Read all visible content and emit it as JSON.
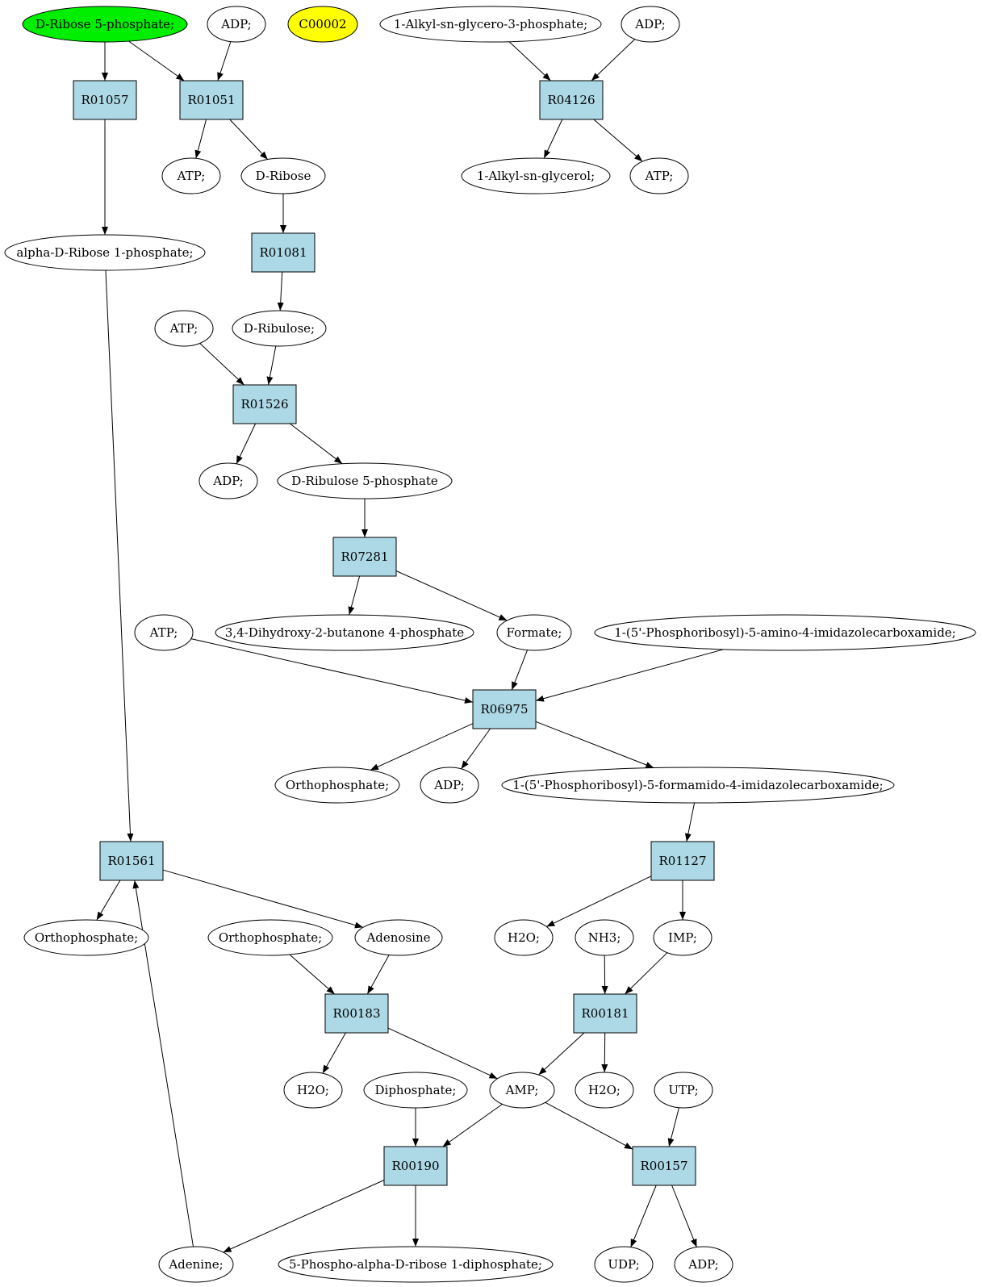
{
  "colors": {
    "reaction_fill": "#add8e6",
    "compound_fill": "#ffffff",
    "highlight_green": "#00ee00",
    "highlight_yellow": "#ffff00",
    "stroke": "#000000"
  },
  "nodes": [
    {
      "id": "c_dr5p",
      "kind": "compound",
      "label": "D-Ribose 5-phosphate;",
      "fill": "highlight_green"
    },
    {
      "id": "c_adp1",
      "kind": "compound",
      "label": "ADP;"
    },
    {
      "id": "c_c00002",
      "kind": "compound",
      "label": "C00002",
      "fill": "highlight_yellow"
    },
    {
      "id": "c_alkylg3p",
      "kind": "compound",
      "label": "1-Alkyl-sn-glycero-3-phosphate;"
    },
    {
      "id": "c_adp2",
      "kind": "compound",
      "label": "ADP;"
    },
    {
      "id": "r_R01057",
      "kind": "reaction",
      "label": "R01057"
    },
    {
      "id": "r_R01051",
      "kind": "reaction",
      "label": "R01051"
    },
    {
      "id": "r_R04126",
      "kind": "reaction",
      "label": "R04126"
    },
    {
      "id": "c_atp1",
      "kind": "compound",
      "label": "ATP;"
    },
    {
      "id": "c_dribose",
      "kind": "compound",
      "label": "D-Ribose"
    },
    {
      "id": "c_alkylg",
      "kind": "compound",
      "label": "1-Alkyl-sn-glycerol;"
    },
    {
      "id": "c_atp2",
      "kind": "compound",
      "label": "ATP;"
    },
    {
      "id": "c_adr1p",
      "kind": "compound",
      "label": "alpha-D-Ribose 1-phosphate;"
    },
    {
      "id": "r_R01081",
      "kind": "reaction",
      "label": "R01081"
    },
    {
      "id": "c_atp3",
      "kind": "compound",
      "label": "ATP;"
    },
    {
      "id": "c_dribulose",
      "kind": "compound",
      "label": "D-Ribulose;"
    },
    {
      "id": "r_R01526",
      "kind": "reaction",
      "label": "R01526"
    },
    {
      "id": "c_adp3",
      "kind": "compound",
      "label": "ADP;"
    },
    {
      "id": "c_dru5p",
      "kind": "compound",
      "label": "D-Ribulose 5-phosphate"
    },
    {
      "id": "r_R07281",
      "kind": "reaction",
      "label": "R07281"
    },
    {
      "id": "c_atp4",
      "kind": "compound",
      "label": "ATP;"
    },
    {
      "id": "c_dhbp",
      "kind": "compound",
      "label": "3,4-Dihydroxy-2-butanone 4-phosphate"
    },
    {
      "id": "c_formate",
      "kind": "compound",
      "label": "Formate;"
    },
    {
      "id": "c_aica",
      "kind": "compound",
      "label": "1-(5'-Phosphoribosyl)-5-amino-4-imidazolecarboxamide;"
    },
    {
      "id": "r_R06975",
      "kind": "reaction",
      "label": "R06975"
    },
    {
      "id": "c_ortho1",
      "kind": "compound",
      "label": "Orthophosphate;"
    },
    {
      "id": "c_adp4",
      "kind": "compound",
      "label": "ADP;"
    },
    {
      "id": "c_faica",
      "kind": "compound",
      "label": "1-(5'-Phosphoribosyl)-5-formamido-4-imidazolecarboxamide;"
    },
    {
      "id": "r_R01561",
      "kind": "reaction",
      "label": "R01561"
    },
    {
      "id": "r_R01127",
      "kind": "reaction",
      "label": "R01127"
    },
    {
      "id": "c_ortho2",
      "kind": "compound",
      "label": "Orthophosphate;"
    },
    {
      "id": "c_ortho3",
      "kind": "compound",
      "label": "Orthophosphate;"
    },
    {
      "id": "c_adenosine",
      "kind": "compound",
      "label": "Adenosine"
    },
    {
      "id": "c_h2o1",
      "kind": "compound",
      "label": "H2O;"
    },
    {
      "id": "c_nh3",
      "kind": "compound",
      "label": "NH3;"
    },
    {
      "id": "c_imp",
      "kind": "compound",
      "label": "IMP;"
    },
    {
      "id": "r_R00183",
      "kind": "reaction",
      "label": "R00183"
    },
    {
      "id": "r_R00181",
      "kind": "reaction",
      "label": "R00181"
    },
    {
      "id": "c_h2o2",
      "kind": "compound",
      "label": "H2O;"
    },
    {
      "id": "c_diphos",
      "kind": "compound",
      "label": "Diphosphate;"
    },
    {
      "id": "c_amp",
      "kind": "compound",
      "label": "AMP;"
    },
    {
      "id": "c_h2o3",
      "kind": "compound",
      "label": "H2O;"
    },
    {
      "id": "c_utp",
      "kind": "compound",
      "label": "UTP;"
    },
    {
      "id": "r_R00190",
      "kind": "reaction",
      "label": "R00190"
    },
    {
      "id": "r_R00157",
      "kind": "reaction",
      "label": "R00157"
    },
    {
      "id": "c_adenine",
      "kind": "compound",
      "label": "Adenine;"
    },
    {
      "id": "c_prpp",
      "kind": "compound",
      "label": "5-Phospho-alpha-D-ribose 1-diphosphate;"
    },
    {
      "id": "c_udp",
      "kind": "compound",
      "label": "UDP;"
    },
    {
      "id": "c_adp5",
      "kind": "compound",
      "label": "ADP;"
    }
  ],
  "edges": [
    {
      "from": "c_dr5p",
      "to": "r_R01057"
    },
    {
      "from": "c_dr5p",
      "to": "r_R01051"
    },
    {
      "from": "c_adp1",
      "to": "r_R01051"
    },
    {
      "from": "c_alkylg3p",
      "to": "r_R04126"
    },
    {
      "from": "c_adp2",
      "to": "r_R04126"
    },
    {
      "from": "r_R01051",
      "to": "c_atp1"
    },
    {
      "from": "r_R01051",
      "to": "c_dribose"
    },
    {
      "from": "r_R04126",
      "to": "c_alkylg"
    },
    {
      "from": "r_R04126",
      "to": "c_atp2"
    },
    {
      "from": "r_R01057",
      "to": "c_adr1p"
    },
    {
      "from": "c_dribose",
      "to": "r_R01081"
    },
    {
      "from": "r_R01081",
      "to": "c_dribulose"
    },
    {
      "from": "c_atp3",
      "to": "r_R01526"
    },
    {
      "from": "c_dribulose",
      "to": "r_R01526"
    },
    {
      "from": "r_R01526",
      "to": "c_adp3"
    },
    {
      "from": "r_R01526",
      "to": "c_dru5p"
    },
    {
      "from": "c_dru5p",
      "to": "r_R07281"
    },
    {
      "from": "r_R07281",
      "to": "c_dhbp"
    },
    {
      "from": "r_R07281",
      "to": "c_formate"
    },
    {
      "from": "c_atp4",
      "to": "r_R06975"
    },
    {
      "from": "c_formate",
      "to": "r_R06975"
    },
    {
      "from": "c_aica",
      "to": "r_R06975"
    },
    {
      "from": "r_R06975",
      "to": "c_ortho1"
    },
    {
      "from": "r_R06975",
      "to": "c_adp4"
    },
    {
      "from": "r_R06975",
      "to": "c_faica"
    },
    {
      "from": "c_adr1p",
      "to": "r_R01561"
    },
    {
      "from": "c_faica",
      "to": "r_R01127"
    },
    {
      "from": "r_R01561",
      "to": "c_ortho2"
    },
    {
      "from": "r_R01561",
      "to": "c_adenosine"
    },
    {
      "from": "c_adenine",
      "to": "r_R01561"
    },
    {
      "from": "r_R01127",
      "to": "c_h2o1"
    },
    {
      "from": "r_R01127",
      "to": "c_imp"
    },
    {
      "from": "c_ortho3",
      "to": "r_R00183"
    },
    {
      "from": "c_adenosine",
      "to": "r_R00183"
    },
    {
      "from": "c_nh3",
      "to": "r_R00181"
    },
    {
      "from": "c_imp",
      "to": "r_R00181"
    },
    {
      "from": "r_R00183",
      "to": "c_h2o2"
    },
    {
      "from": "r_R00183",
      "to": "c_amp"
    },
    {
      "from": "r_R00181",
      "to": "c_amp"
    },
    {
      "from": "r_R00181",
      "to": "c_h2o3"
    },
    {
      "from": "c_diphos",
      "to": "r_R00190"
    },
    {
      "from": "c_amp",
      "to": "r_R00190"
    },
    {
      "from": "c_amp",
      "to": "r_R00157"
    },
    {
      "from": "c_utp",
      "to": "r_R00157"
    },
    {
      "from": "r_R00190",
      "to": "c_adenine"
    },
    {
      "from": "r_R00190",
      "to": "c_prpp"
    },
    {
      "from": "r_R00157",
      "to": "c_udp"
    },
    {
      "from": "r_R00157",
      "to": "c_adp5"
    }
  ]
}
